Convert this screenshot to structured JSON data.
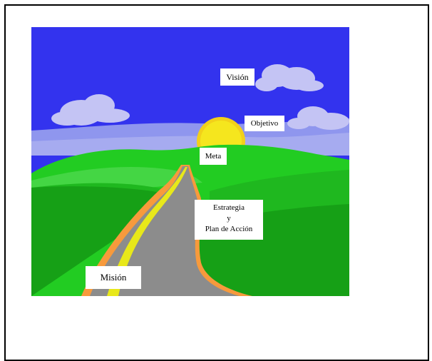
{
  "labels": {
    "vision": "Visión",
    "objetivo": "Objetivo",
    "meta": "Meta",
    "estrategia_line1": "Estrategia",
    "estrategia_line2": "y",
    "estrategia_line3": "Plan de Acción",
    "mision": "Misión"
  },
  "colors": {
    "sky": "#3333ee",
    "haze": "#8f96ee",
    "cloud": "#c4c4f4",
    "sun": "#f5e61e",
    "hill_light": "#22cc22",
    "hill_mid": "#1fb81f",
    "hill_dark": "#16a016",
    "road": "#8c8c8c",
    "road_edge": "#f79a3c",
    "center_line": "#e8e81a"
  }
}
